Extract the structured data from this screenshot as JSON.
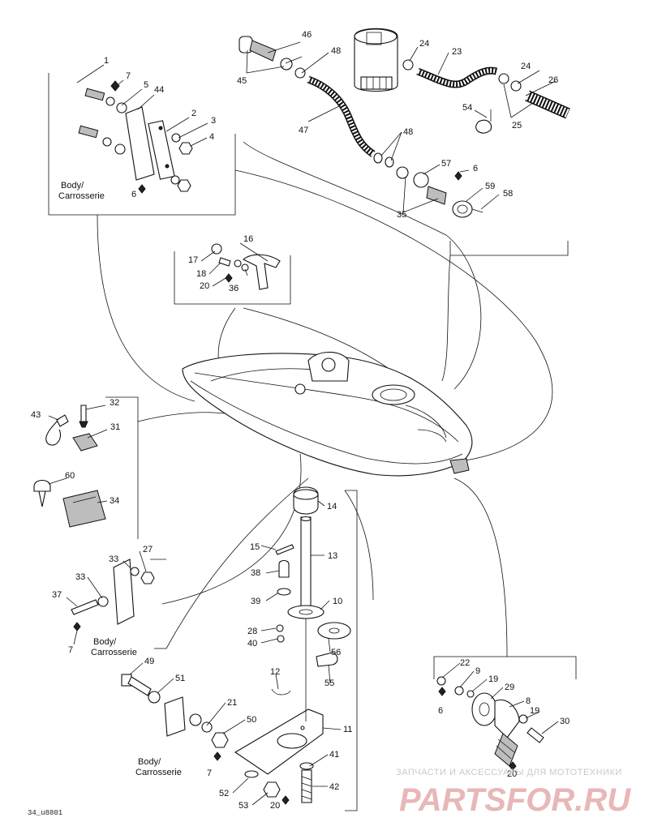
{
  "diagram": {
    "drawing_code": "34_u8801",
    "body_label_line1": "Body/",
    "body_label_line2": "Carrosserie",
    "watermark": {
      "line1": "ЗАПЧАСТИ И АКСЕССУАРЫ ДЛЯ МОТОТЕХНИКИ",
      "line2": "PARTSFOR.RU"
    },
    "callouts": [
      "1",
      "2",
      "3",
      "4",
      "5",
      "44",
      "6",
      "7",
      "16",
      "17",
      "18",
      "20",
      "36",
      "45",
      "46",
      "47",
      "48",
      "23",
      "24",
      "25",
      "26",
      "54",
      "57",
      "59",
      "58",
      "35",
      "43",
      "32",
      "31",
      "60",
      "34",
      "27",
      "33",
      "37",
      "14",
      "15",
      "13",
      "38",
      "39",
      "10",
      "28",
      "40",
      "56",
      "55",
      "12",
      "11",
      "49",
      "51",
      "21",
      "50",
      "41",
      "42",
      "52",
      "53",
      "22",
      "9",
      "19",
      "29",
      "8",
      "30"
    ]
  }
}
